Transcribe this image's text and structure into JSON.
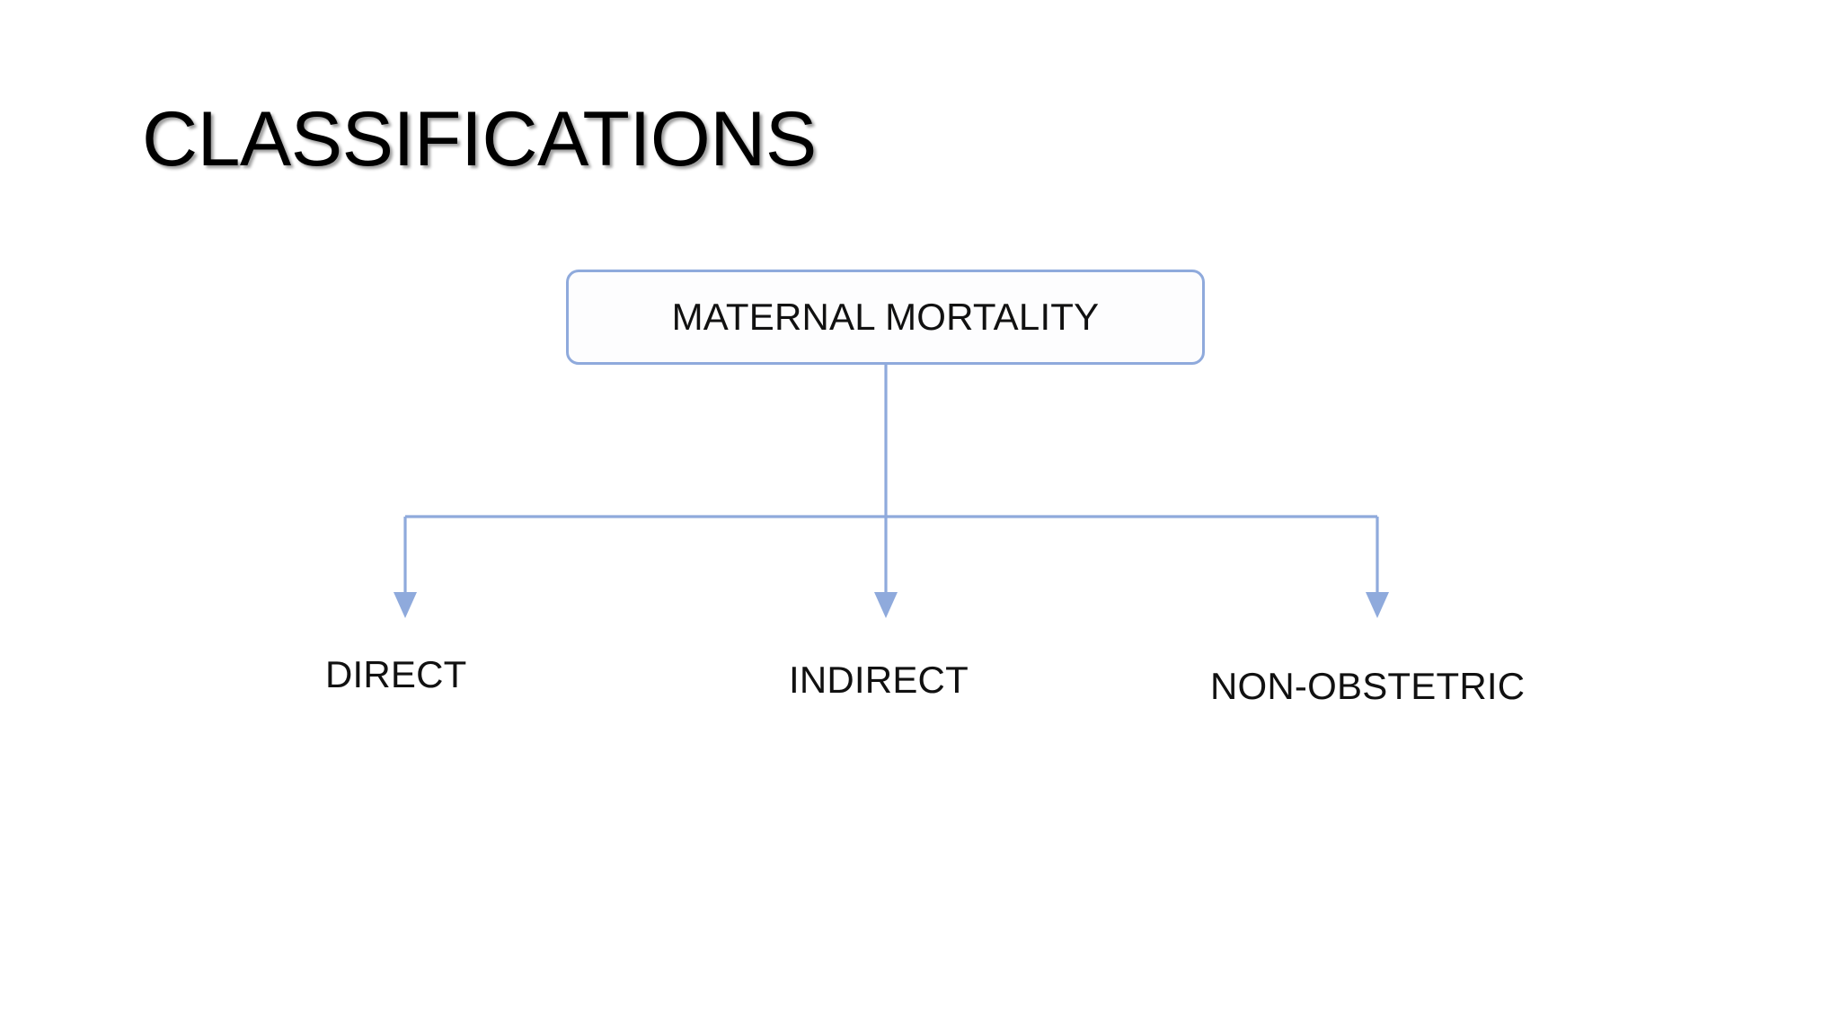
{
  "slide": {
    "title": "CLASSIFICATIONS",
    "background_color": "#FFFFFF"
  },
  "diagram": {
    "type": "org-chart",
    "connector_color": "#8FAADC",
    "node_border_color": "#8FAADC",
    "node_fill_color": "#FDFDFE",
    "text_color": "#111111",
    "root": {
      "label": "MATERNAL MORTALITY"
    },
    "children": [
      {
        "label": "DIRECT"
      },
      {
        "label": "INDIRECT"
      },
      {
        "label": "NON-OBSTETRIC"
      }
    ]
  }
}
